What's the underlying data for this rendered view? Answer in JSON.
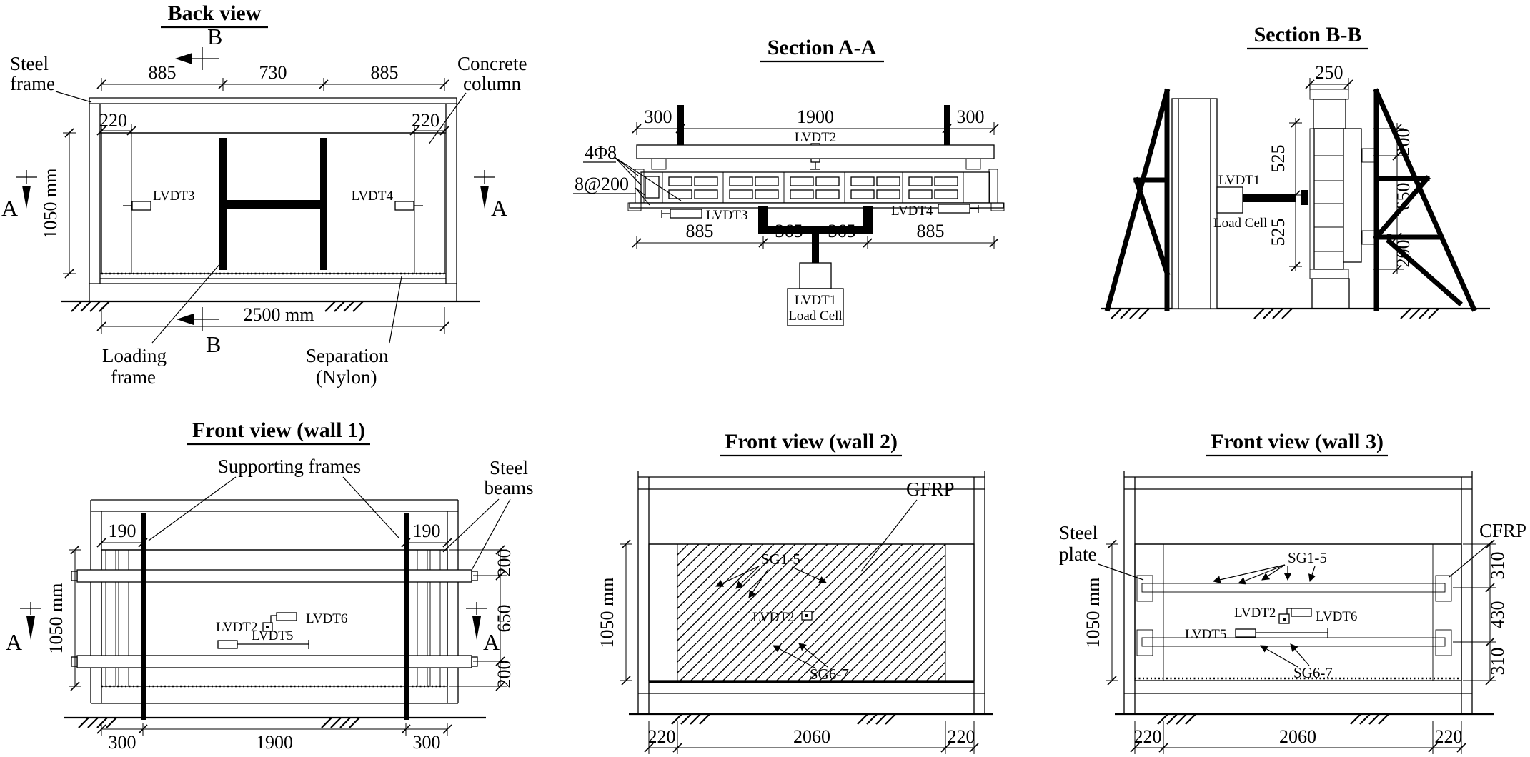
{
  "figure": {
    "back": {
      "title": "Back view",
      "marker_b": "B",
      "marker_a": "A",
      "labels": {
        "steel_frame": [
          "Steel",
          "frame"
        ],
        "concrete_column": [
          "Concrete",
          "column"
        ],
        "loading_frame": [
          "Loading",
          "frame"
        ],
        "separation": [
          "Separation",
          "(Nylon)"
        ],
        "lvdt3": "LVDT3",
        "lvdt4": "LVDT4"
      },
      "dims": {
        "span": [
          "885",
          "730",
          "885"
        ],
        "col_left": "220",
        "col_right": "220",
        "height": "1050 mm",
        "width": "2500 mm"
      }
    },
    "section_aa": {
      "title": "Section A-A",
      "labels": {
        "lvdt2": "LVDT2",
        "lvdt3": "LVDT3",
        "lvdt4": "LVDT4",
        "lvdt1": "LVDT1",
        "load_cell": "Load Cell",
        "rebar": "4Φ8",
        "stirrup": "8@200"
      },
      "dims": {
        "top": [
          "300",
          "1900",
          "300"
        ],
        "bottom": [
          "885",
          "365",
          "365",
          "885"
        ]
      }
    },
    "section_bb": {
      "title": "Section B-B",
      "labels": {
        "lvdt1": "LVDT1",
        "load_cell": "Load Cell"
      },
      "dims": {
        "cap": "250",
        "left": [
          "525",
          "525"
        ],
        "right": [
          "200",
          "650",
          "200"
        ]
      }
    },
    "wall1": {
      "title": "Front view (wall 1)",
      "marker_a": "A",
      "labels": {
        "supporting": "Supporting frames",
        "steel_beams": [
          "Steel",
          "beams"
        ],
        "lvdt2": "LVDT2",
        "lvdt5": "LVDT5",
        "lvdt6": "LVDT6"
      },
      "dims": {
        "offset_left": "190",
        "offset_right": "190",
        "height": "1050 mm",
        "right": [
          "200",
          "650",
          "200"
        ],
        "bottom": [
          "300",
          "1900",
          "300"
        ]
      }
    },
    "wall2": {
      "title": "Front view (wall 2)",
      "labels": {
        "gfrp": "GFRP",
        "sg_top": "SG1-5",
        "lvdt2": "LVDT2",
        "sg_bottom": "SG6-7"
      },
      "dims": {
        "height": "1050 mm",
        "bottom": [
          "220",
          "2060",
          "220"
        ]
      }
    },
    "wall3": {
      "title": "Front view (wall 3)",
      "labels": {
        "steel_plate": [
          "Steel",
          "plate"
        ],
        "cfrp": "CFRP",
        "sg_top": "SG1-5",
        "lvdt2": "LVDT2",
        "lvdt6": "LVDT6",
        "lvdt5": "LVDT5",
        "sg_bottom": "SG6-7"
      },
      "dims": {
        "height": "1050 mm",
        "right": [
          "310",
          "430",
          "310"
        ],
        "bottom": [
          "220",
          "2060",
          "220"
        ]
      }
    }
  }
}
